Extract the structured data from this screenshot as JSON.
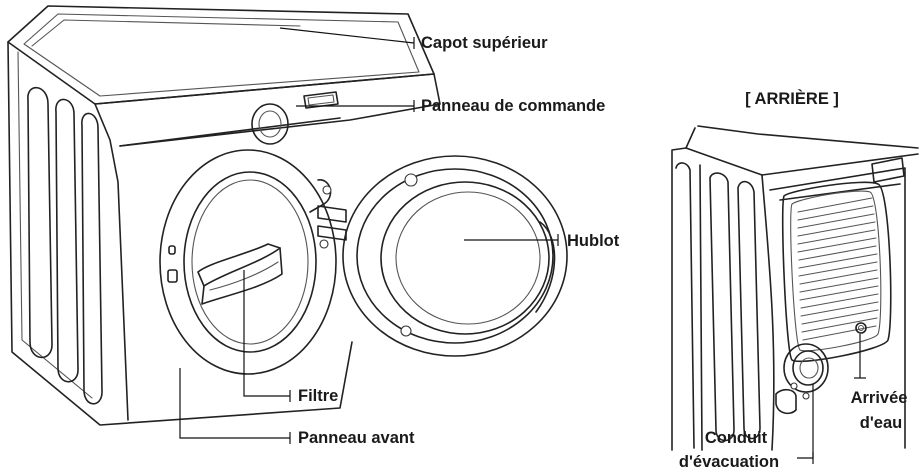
{
  "title": "[ ARRIÈRE ]",
  "labels": {
    "top_cover": "Capot supérieur",
    "control_panel": "Panneau de commande",
    "door": "Hublot",
    "filter": "Filtre",
    "front_panel": "Panneau avant",
    "water_inlet_line1": "Arrivée",
    "water_inlet_line2": "d'eau",
    "exhaust_line1": "Conduit",
    "exhaust_line2": "d'évacuation"
  }
}
